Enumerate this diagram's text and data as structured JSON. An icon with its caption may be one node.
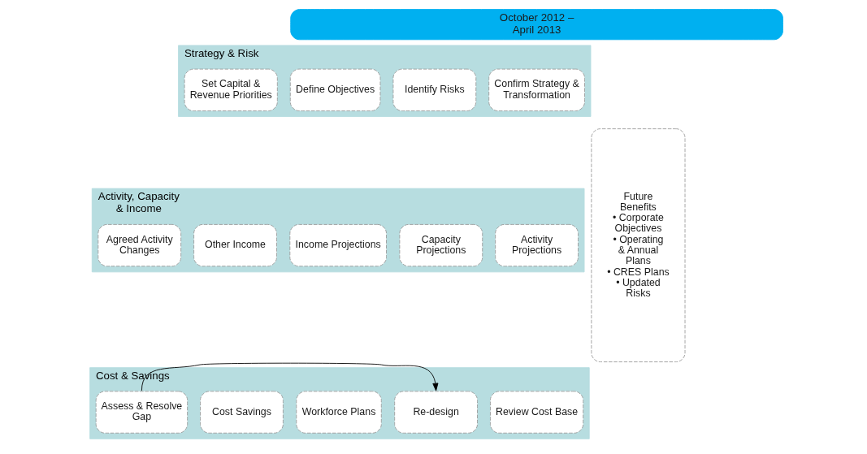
{
  "diagram": {
    "nodes": [
      {
        "text": [
          "October 2012 – April 2013"
        ]
      },
      {
        "text": [
          "Strategy & Risk"
        ]
      },
      {
        "text": [
          "Confirm Strategy & Transformation"
        ],
        "in": 1
      },
      {
        "text": [
          "Identify Risks"
        ],
        "in": 1
      },
      {
        "text": [
          "Define Objectives"
        ],
        "in": 1
      },
      {
        "text": [
          "Set Capital & Revenue Priorities"
        ],
        "in": 1
      },
      {
        "text": [
          "Activity, Capacity & Income"
        ]
      },
      {
        "text": [
          "Activity Projections"
        ],
        "in": 6
      },
      {
        "text": [
          "Capacity Projections"
        ],
        "in": 6
      },
      {
        "text": [
          "Income Projections"
        ],
        "in": 6
      },
      {
        "text": [
          "Other Income"
        ],
        "in": 6
      },
      {
        "text": [
          "Agreed Activity Changes"
        ],
        "in": 6
      },
      {
        "text": [
          "Cost & Savings"
        ]
      },
      {
        "text": [
          "Review Cost Base"
        ],
        "in": 12
      },
      {
        "text": [
          "Re-design"
        ],
        "in": 12
      },
      {
        "text": [
          "Workforce Plans"
        ],
        "in": 12
      },
      {
        "text": [
          "Cost Savings"
        ],
        "in": 12
      },
      {
        "text": [
          "Assess & Resolve Gap"
        ],
        "in": 12
      },
      {
        "text": [
          "Future Benefits",
          "• Corporate Objectives",
          "• Operating & Annual Plans",
          "• CRES Plans",
          "• Updated Risks"
        ]
      }
    ],
    "edges": [
      {
        "from": 17,
        "to": 14,
        "arrow": "to"
      }
    ]
  }
}
